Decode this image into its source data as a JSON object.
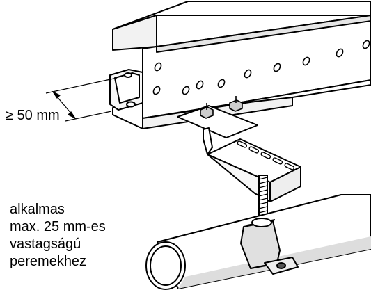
{
  "dimension_label": "≥ 50 mm",
  "note_lines": [
    "alkalmas",
    "max. 25 mm-es",
    "vastagságú",
    "peremekhez"
  ],
  "colors": {
    "line": "#000000",
    "fill": "#ffffff",
    "shade": "#e6e6e6",
    "dark": "#555555"
  }
}
